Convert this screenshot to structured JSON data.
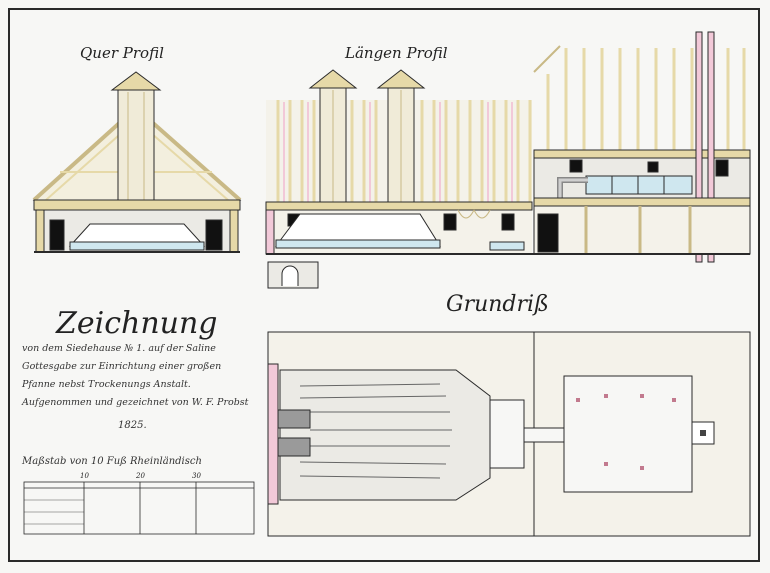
{
  "titles": {
    "cross_section": "Quer Profil",
    "long_section": "Längen Profil",
    "floor_plan": "Grundriß"
  },
  "legend": {
    "heading": "Zeichnung",
    "line1": "von dem Siedehause № 1. auf der Saline",
    "line2": "Gottesgabe zur Einrichtung einer großen",
    "line3": "Pfanne nebst Trockenungs Anstalt.",
    "line4": "Aufgenommen und gezeichnet von W. F. Probst",
    "year": "1825."
  },
  "scale_bar": {
    "label": "Maßstab von 10 Fuß Rheinländisch",
    "ticks": [
      "10",
      "20",
      "30"
    ]
  },
  "colors": {
    "ink": "#2a2a2a",
    "timber": "#e6d9a8",
    "pink": "#f2c9d8",
    "water": "#cfe7ef",
    "wall": "#ebeae5",
    "paper": "#f7f7f5"
  }
}
